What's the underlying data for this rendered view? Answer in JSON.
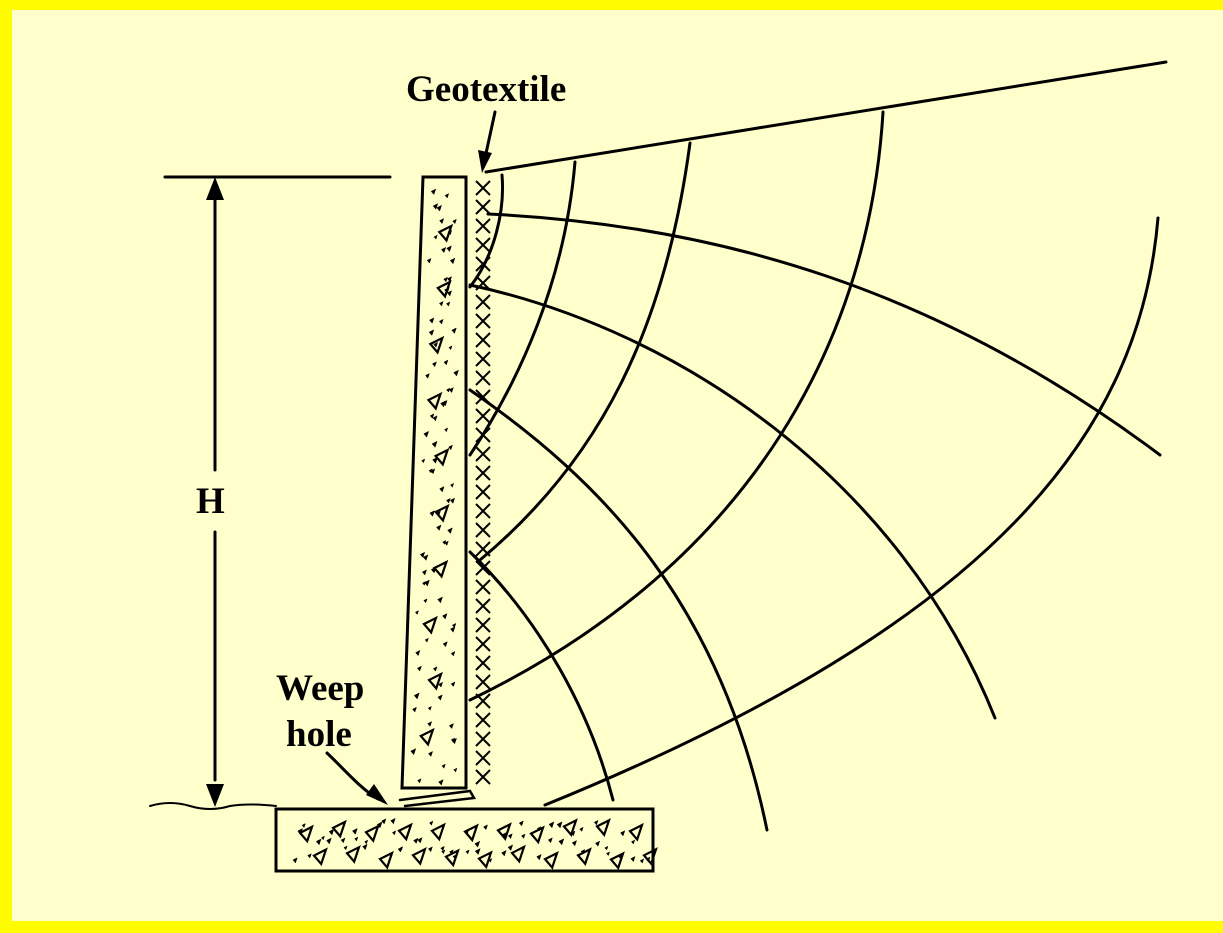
{
  "labels": {
    "geotextile": "Geotextile",
    "height": "H",
    "weep_line1": "Weep",
    "weep_line2": "hole"
  },
  "colors": {
    "border": "#fffb00",
    "background": "#ffffcc",
    "ink": "#000000"
  }
}
